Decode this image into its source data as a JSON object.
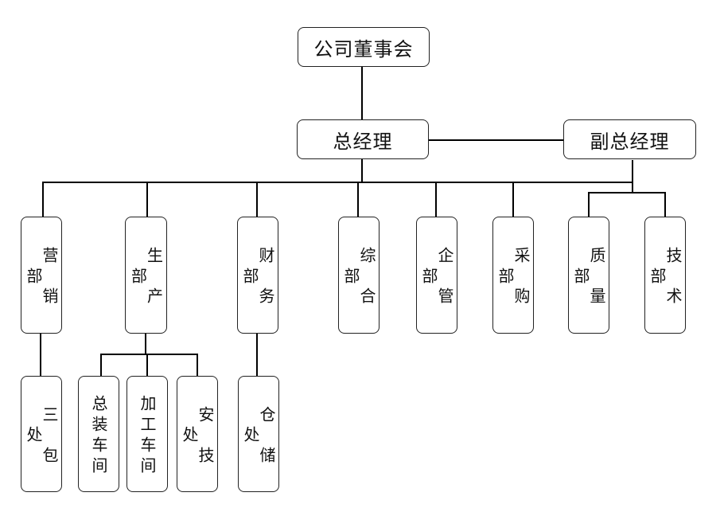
{
  "diagram": {
    "colors": {
      "line": "#000000",
      "border": "#222222",
      "background": "#ffffff"
    },
    "nodes": {
      "board": "公司董事会",
      "general_manager": "总经理",
      "deputy_general_manager": "副总经理",
      "marketing": "营销部",
      "production": "生产部",
      "finance": "财务部",
      "general_affairs": "综合部",
      "enterprise_management": "企管部",
      "procurement": "采购部",
      "quality": "质量部",
      "technology": "技术部",
      "three_guarantees": "三包处",
      "assembly_workshop": "总装车间",
      "machining_workshop": "加工车间",
      "safety_technology": "安技处",
      "storage": "仓储处"
    }
  }
}
